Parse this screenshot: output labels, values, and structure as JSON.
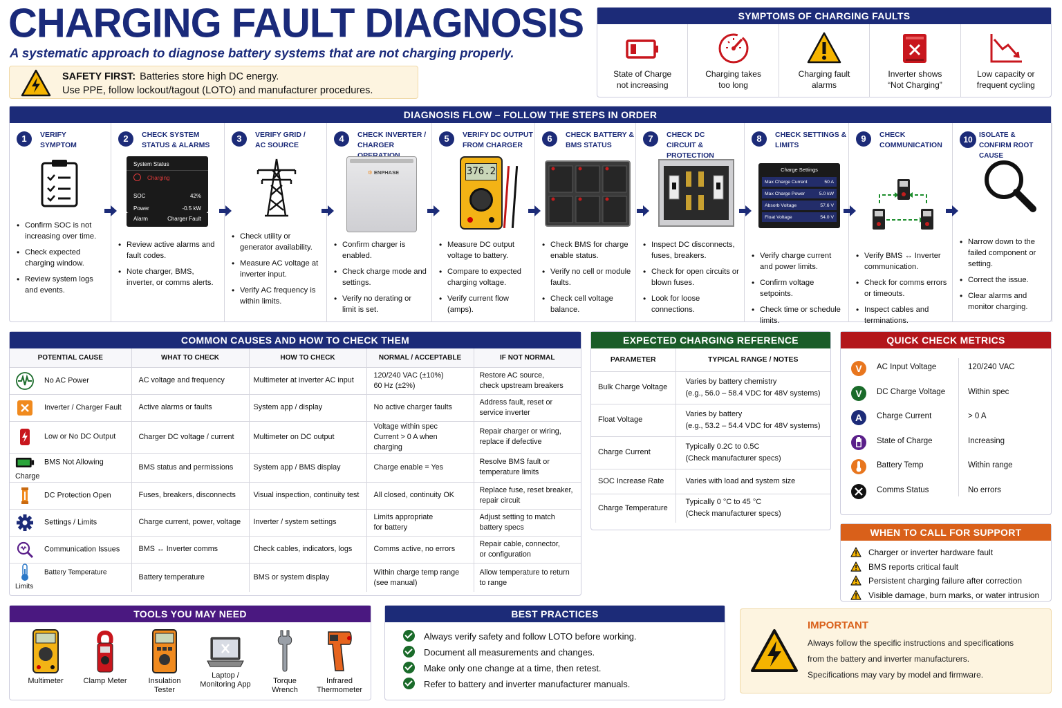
{
  "header": {
    "title": "CHARGING FAULT DIAGNOSIS",
    "subtitle": "A systematic approach to diagnose battery systems that are not charging properly.",
    "safety_label": "SAFETY FIRST:",
    "safety_line1": "Batteries store high DC energy.",
    "safety_line2": "Use PPE, follow lockout/tagout (LOTO) and manufacturer procedures."
  },
  "symptoms": {
    "title": "SYMPTOMS OF CHARGING FAULTS",
    "items": [
      {
        "icon": "battery-low-icon",
        "line1": "State of Charge",
        "line2": "not increasing"
      },
      {
        "icon": "gauge-icon",
        "line1": "Charging takes",
        "line2": "too long"
      },
      {
        "icon": "warning-icon",
        "line1": "Charging fault",
        "line2": "alarms"
      },
      {
        "icon": "inverter-error-icon",
        "line1": "Inverter shows",
        "line2": "“Not Charging”"
      },
      {
        "icon": "decline-chart-icon",
        "line1": "Low capacity or",
        "line2": "frequent cycling"
      }
    ]
  },
  "flow": {
    "title": "DIAGNOSIS FLOW – FOLLOW THE STEPS IN ORDER",
    "steps": [
      {
        "num": "1",
        "h1": "VERIFY",
        "h2": "SYMPTOM",
        "bullets": [
          "Confirm SOC is not increasing over time.",
          "Check expected charging window.",
          "Review system logs and events."
        ]
      },
      {
        "num": "2",
        "h1": "CHECK SYSTEM",
        "h2": "STATUS & ALARMS",
        "bullets": [
          "Review active alarms and fault codes.",
          "Note charger, BMS, inverter, or comms alerts."
        ]
      },
      {
        "num": "3",
        "h1": "VERIFY GRID /",
        "h2": "AC SOURCE",
        "bullets": [
          "Check utility or generator availability.",
          "Measure AC voltage at inverter input.",
          "Verify AC frequency is within limits."
        ]
      },
      {
        "num": "4",
        "h1": "CHECK INVERTER /",
        "h2": "CHARGER OPERATION",
        "bullets": [
          "Confirm charger is enabled.",
          "Check charge mode and settings.",
          "Verify no derating or limit is set."
        ]
      },
      {
        "num": "5",
        "h1": "VERIFY DC OUTPUT",
        "h2": "FROM CHARGER",
        "bullets": [
          "Measure DC output voltage to battery.",
          "Compare to expected charging voltage.",
          "Verify current flow (amps)."
        ]
      },
      {
        "num": "6",
        "h1": "CHECK BATTERY &",
        "h2": "BMS STATUS",
        "bullets": [
          "Check BMS for charge enable status.",
          "Verify no cell or module faults.",
          "Check cell voltage balance."
        ]
      },
      {
        "num": "7",
        "h1": "CHECK DC",
        "h2": "CIRCUIT & PROTECTION",
        "bullets": [
          "Inspect DC disconnects, fuses, breakers.",
          "Check for open circuits or blown fuses.",
          "Look for loose connections."
        ]
      },
      {
        "num": "8",
        "h1": "CHECK SETTINGS &",
        "h2": "LIMITS",
        "bullets": [
          "Verify charge current and power limits.",
          "Confirm voltage setpoints.",
          "Check time or schedule limits."
        ]
      },
      {
        "num": "9",
        "h1": "CHECK",
        "h2": "COMMUNICATION",
        "bullets": [
          "Verify BMS ↔ Inverter communication.",
          "Check for comms errors or timeouts.",
          "Inspect cables and terminations."
        ]
      },
      {
        "num": "10",
        "h1": "ISOLATE &",
        "h2": "CONFIRM ROOT CAUSE",
        "bullets": [
          "Narrow down to the failed component or setting.",
          "Correct the issue.",
          "Clear alarms and monitor charging."
        ]
      }
    ],
    "status_screen": {
      "title": "System Status",
      "state": "Charging",
      "rows": [
        [
          "SOC",
          "42%"
        ],
        [
          "Power",
          "-0.5 kW"
        ],
        [
          "Alarm",
          "Charger Fault"
        ]
      ]
    },
    "inverter_brand": "ENPHASE",
    "meter_reading": "376.2",
    "settings_screen": {
      "title": "Charge Settings",
      "rows": [
        [
          "Max Charge Current",
          "50 A"
        ],
        [
          "Max Charge Power",
          "5.0 kW"
        ],
        [
          "Absorb Voltage",
          "57.6 V"
        ],
        [
          "Float Voltage",
          "54.0 V"
        ]
      ]
    }
  },
  "causes": {
    "title": "COMMON CAUSES AND HOW TO CHECK THEM",
    "headers": [
      "POTENTIAL CAUSE",
      "WHAT TO CHECK",
      "HOW TO CHECK",
      "NORMAL / ACCEPTABLE",
      "IF NOT NORMAL"
    ],
    "rows": [
      {
        "icon": "ac-wave-icon",
        "cause": "No AC Power",
        "what": "AC voltage and frequency",
        "how": "Multimeter at inverter AC input",
        "normal": "120/240 VAC (±10%)",
        "normal2": "60 Hz (±2%)",
        "fix": "Restore AC source,",
        "fix2": "check upstream breakers"
      },
      {
        "icon": "charger-fault-icon",
        "cause": "Inverter / Charger Fault",
        "what": "Active alarms or faults",
        "how": "System app / display",
        "normal": "No active charger faults",
        "normal2": "",
        "fix": "Address fault, reset or",
        "fix2": "service inverter"
      },
      {
        "icon": "dc-output-icon",
        "cause": "Low or No DC Output",
        "what": "Charger DC voltage / current",
        "how": "Multimeter on DC output",
        "normal": "Voltage within spec",
        "normal2": "Current > 0 A when charging",
        "fix": "Repair charger or wiring,",
        "fix2": "replace if defective"
      },
      {
        "icon": "battery-icon",
        "cause": "BMS Not Allowing Charge",
        "what": "BMS status and permissions",
        "how": "System app / BMS display",
        "normal": "Charge enable = Yes",
        "normal2": "",
        "fix": "Resolve BMS fault or",
        "fix2": "temperature limits"
      },
      {
        "icon": "fuse-icon",
        "cause": "DC Protection Open",
        "what": "Fuses, breakers, disconnects",
        "how": "Visual inspection, continuity test",
        "normal": "All closed, continuity OK",
        "normal2": "",
        "fix": "Replace fuse, reset breaker,",
        "fix2": "repair circuit"
      },
      {
        "icon": "gear-icon",
        "cause": "Settings / Limits",
        "what": "Charge current, power, voltage",
        "how": "Inverter / system settings",
        "normal": "Limits appropriate",
        "normal2": "for battery",
        "fix": "Adjust setting to match",
        "fix2": "battery specs"
      },
      {
        "icon": "comms-icon",
        "cause": "Communication Issues",
        "what": "BMS ↔ Inverter comms",
        "how": "Check cables, indicators, logs",
        "normal": "Comms active, no errors",
        "normal2": "",
        "fix": "Repair cable, connector,",
        "fix2": "or configuration"
      },
      {
        "icon": "thermometer-icon",
        "cause": "Battery Temperature Limits",
        "what": "Battery temperature",
        "how": "BMS or system display",
        "normal": "Within charge temp range",
        "normal2": "(see manual)",
        "fix": "Allow temperature to return",
        "fix2": "to range"
      }
    ]
  },
  "reference": {
    "title": "EXPECTED CHARGING REFERENCE",
    "headers": [
      "PARAMETER",
      "TYPICAL RANGE / NOTES"
    ],
    "rows": [
      {
        "param": "Bulk Charge Voltage",
        "note1": "Varies by battery chemistry",
        "note2": "(e.g., 56.0 – 58.4 VDC for 48V systems)"
      },
      {
        "param": "Float Voltage",
        "note1": "Varies by battery",
        "note2": "(e.g., 53.2 – 54.4 VDC for 48V systems)"
      },
      {
        "param": "Charge Current",
        "note1": "Typically 0.2C to 0.5C",
        "note2": "(Check manufacturer specs)"
      },
      {
        "param": "SOC Increase Rate",
        "note1": "Varies with load and system size",
        "note2": ""
      },
      {
        "param": "Charge Temperature",
        "note1": "Typically 0 °C to 45 °C",
        "note2": "(Check manufacturer specs)"
      }
    ]
  },
  "metrics": {
    "title": "QUICK CHECK METRICS",
    "rows": [
      {
        "icon": "ac-voltage-icon",
        "glyph": "V",
        "color": "#e8761e",
        "name": "AC Input Voltage",
        "value": "120/240 VAC"
      },
      {
        "icon": "dc-voltage-icon",
        "glyph": "V",
        "color": "#1a6b2a",
        "name": "DC Charge Voltage",
        "value": "Within spec"
      },
      {
        "icon": "current-icon",
        "glyph": "A",
        "color": "#1c2b78",
        "name": "Charge Current",
        "value": "> 0 A"
      },
      {
        "icon": "soc-icon",
        "glyph": "",
        "color": "#5a1f8a",
        "name": "State of Charge",
        "value": "Increasing"
      },
      {
        "icon": "temp-icon",
        "glyph": "",
        "color": "#e8761e",
        "name": "Battery Temp",
        "value": "Within range"
      },
      {
        "icon": "comms-status-icon",
        "glyph": "",
        "color": "#111111",
        "name": "Comms Status",
        "value": "No errors"
      }
    ]
  },
  "support": {
    "title": "WHEN TO CALL FOR SUPPORT",
    "items": [
      "Charger or inverter hardware fault",
      "BMS reports critical fault",
      "Persistent charging failure after correction",
      "Visible damage, burn marks, or water intrusion"
    ]
  },
  "tools": {
    "title": "TOOLS YOU MAY NEED",
    "items": [
      {
        "icon": "multimeter-icon",
        "l1": "Multimeter",
        "l2": ""
      },
      {
        "icon": "clamp-meter-icon",
        "l1": "Clamp Meter",
        "l2": ""
      },
      {
        "icon": "insulation-tester-icon",
        "l1": "Insulation",
        "l2": "Tester"
      },
      {
        "icon": "laptop-icon",
        "l1": "Laptop /",
        "l2": "Monitoring App"
      },
      {
        "icon": "torque-wrench-icon",
        "l1": "Torque",
        "l2": "Wrench"
      },
      {
        "icon": "infrared-thermometer-icon",
        "l1": "Infrared",
        "l2": "Thermometer"
      }
    ]
  },
  "best": {
    "title": "BEST PRACTICES",
    "items": [
      "Always verify safety and follow LOTO before working.",
      "Document all measurements and changes.",
      "Make only one change at a time, then retest.",
      "Refer to battery and inverter manufacturer manuals."
    ]
  },
  "important": {
    "title": "IMPORTANT",
    "lines": [
      "Always follow the specific instructions and specifications",
      "from the battery and inverter manufacturers.",
      "Specifications may vary by model and firmware."
    ]
  },
  "colors": {
    "navy": "#1c2b78",
    "green": "#1a5c28",
    "red": "#b3161b",
    "orange": "#d9601a",
    "purple": "#4a1880"
  }
}
